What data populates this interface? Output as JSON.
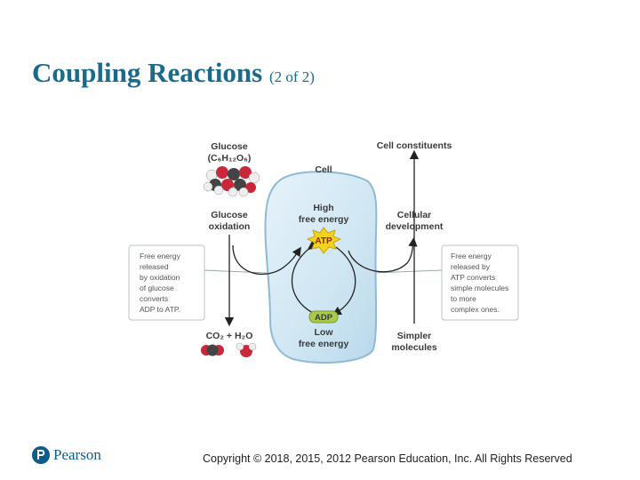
{
  "slide": {
    "title": "Coupling Reactions",
    "title_suffix": "(2 of 2)",
    "copyright": "Copyright © 2018, 2015, 2012 Pearson Education, Inc. All Rights Reserved",
    "logo_text": "Pearson"
  },
  "diagram": {
    "glucose_label": "Glucose",
    "glucose_formula": "(C₆H₁₂O₆)",
    "cell_label": "Cell",
    "cell_constituents": "Cell constituents",
    "high_energy_1": "High",
    "high_energy_2": "free energy",
    "atp": "ATP",
    "adp": "ADP",
    "low_energy_1": "Low",
    "low_energy_2": "free energy",
    "glucose_oxidation_1": "Glucose",
    "glucose_oxidation_2": "oxidation",
    "cellular_dev_1": "Cellular",
    "cellular_dev_2": "development",
    "products": "CO₂ + H₂O",
    "simpler_1": "Simpler",
    "simpler_2": "molecules",
    "left_box": [
      "Free energy",
      "released",
      "by oxidation",
      "of glucose",
      "converts",
      "ADP to ATP."
    ],
    "right_box": [
      "Free energy",
      "released by",
      "ATP converts",
      "simple molecules",
      "to more",
      "complex ones."
    ]
  },
  "colors": {
    "title": "#1a6a8a",
    "cell_fill": "#cfe6f3",
    "atp": "#f2d21c",
    "adp": "#a9c94a"
  }
}
